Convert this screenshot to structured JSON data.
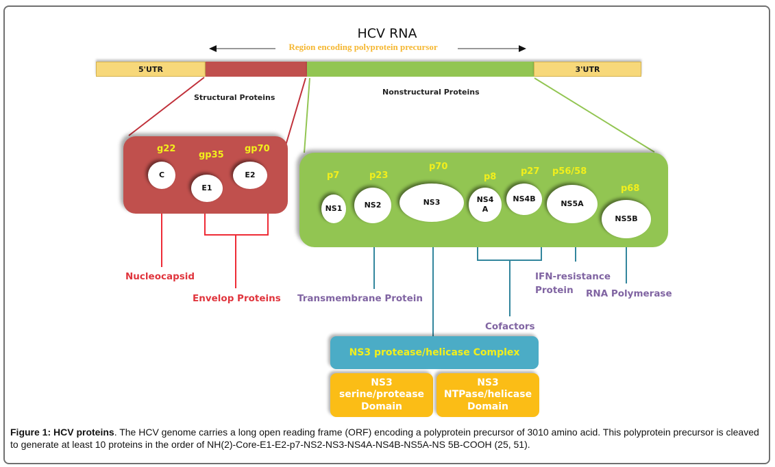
{
  "diagram": {
    "title": "HCV RNA",
    "region_label": "Region encoding polyprotein precursor",
    "genome_segments": [
      {
        "id": "5utr",
        "label": "5'UTR",
        "color": "#f7d87a"
      },
      {
        "id": "structural",
        "label": "",
        "color": "#c0504d"
      },
      {
        "id": "nonstructural",
        "label": "",
        "color": "#92c552"
      },
      {
        "id": "3utr",
        "label": "3'UTR",
        "color": "#f7d87a"
      }
    ],
    "structural_label": "Structural Proteins",
    "nonstructural_label": "Nonstructural Proteins",
    "structural_proteins": [
      {
        "name": "C",
        "mw": "g22"
      },
      {
        "name": "E1",
        "mw": "gp35"
      },
      {
        "name": "E2",
        "mw": "gp70"
      }
    ],
    "nonstructural_proteins": [
      {
        "name": "NS1",
        "mw": "p7"
      },
      {
        "name": "NS2",
        "mw": "p23"
      },
      {
        "name": "NS3",
        "mw": "p70"
      },
      {
        "name": "NS4\nA",
        "mw": "p8"
      },
      {
        "name": "NS4B",
        "mw": "p27"
      },
      {
        "name": "NS5A",
        "mw": "p56/58"
      },
      {
        "name": "NS5B",
        "mw": "p68"
      }
    ],
    "functions": {
      "nucleocapsid": "Nucleocapsid",
      "envelop": "Envelop Proteins",
      "transmembrane": "Transmembrane Protein",
      "cofactors": "Cofactors",
      "ifn_line1": "IFN-resistance",
      "ifn_line2": "Protein",
      "rna_polymerase": "RNA Polymerase"
    },
    "ns3_complex": "NS3 protease/helicase Complex",
    "ns3_domains": [
      "NS3\nserine/protease\nDomain",
      "NS3\nNTPase/helicase\nDomain"
    ],
    "colors": {
      "structural": "#c0504d",
      "nonstructural": "#92c552",
      "utr": "#f7d87a",
      "mw_label": "#f2ef1c",
      "red_text": "#e0353d",
      "purple_text": "#8064a2",
      "teal_line": "#31859c",
      "complex": "#4bacc6",
      "domain": "#fbbd16"
    }
  },
  "caption": {
    "bold": "Figure 1: HCV proteins",
    "text": ". The HCV genome carries a long open reading frame (ORF) encoding a polyprotein precursor of 3010 amino acid. This polyprotein precursor is cleaved to generate at least 10 proteins in the order of NH(2)-Core-E1-E2-p7-NS2-NS3-NS4A-NS4B-NS5A-NS 5B-COOH (25, 51)."
  }
}
